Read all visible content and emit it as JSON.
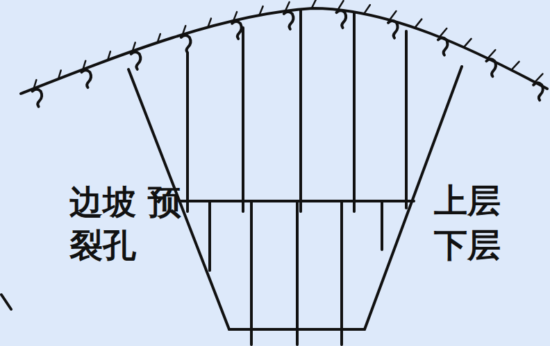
{
  "diagram": {
    "labels": [
      "边坡 预裂孔",
      "上层",
      "下层"
    ]
  }
}
